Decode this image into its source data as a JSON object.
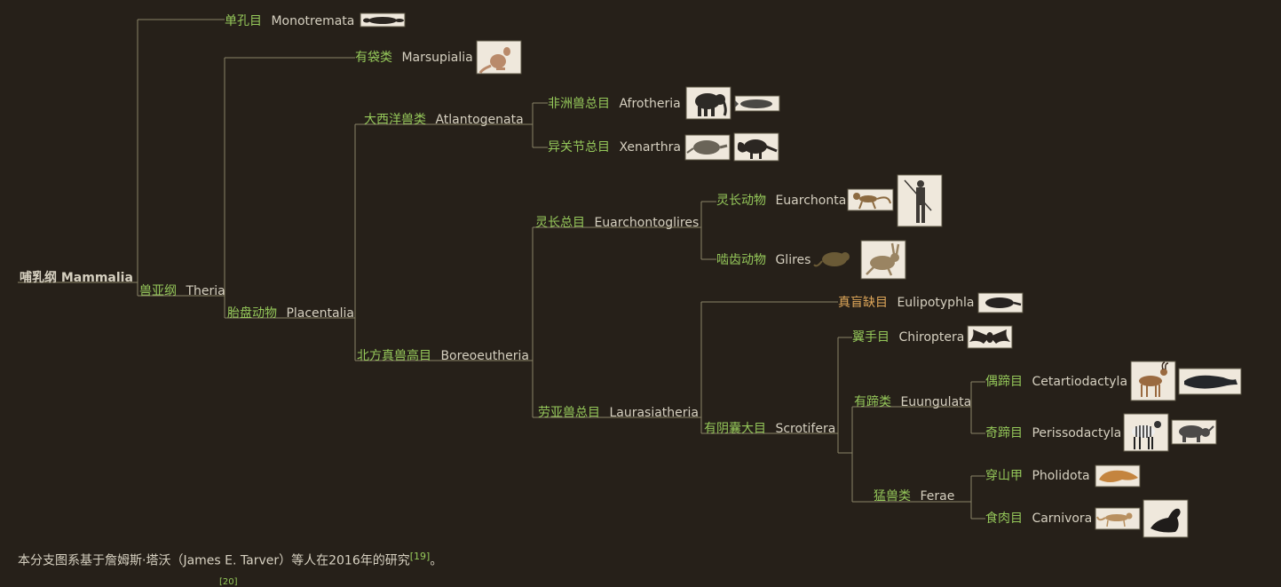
{
  "tree": {
    "root": {
      "label": "哺乳纲 Mammalia"
    },
    "nodes": {
      "theria": {
        "zh": "兽亚纲",
        "en": "Theria"
      },
      "monotremata": {
        "zh": "单孔目",
        "en": "Monotremata",
        "icons": [
          "platypus-icon"
        ]
      },
      "placentalia": {
        "zh": "胎盘动物",
        "en": "Placentalia"
      },
      "marsupialia": {
        "zh": "有袋类",
        "en": "Marsupialia",
        "icons": [
          "kangaroo-icon"
        ]
      },
      "atlantogenata": {
        "zh": "大西洋兽类",
        "en": "Atlantogenata"
      },
      "afrotheria": {
        "zh": "非洲兽总目",
        "en": "Afrotheria",
        "icons": [
          "elephant-icon",
          "manatee-icon"
        ]
      },
      "xenarthra": {
        "zh": "异关节总目",
        "en": "Xenarthra",
        "icons": [
          "armadillo-icon",
          "anteater-icon"
        ]
      },
      "boreoeutheria": {
        "zh": "北方真兽高目",
        "en": "Boreoeutheria"
      },
      "euarchontoglires": {
        "zh": "灵长总目",
        "en": "Euarchontoglires"
      },
      "euarchonta": {
        "zh": "灵长动物",
        "en": "Euarchonta",
        "icons": [
          "monkey-icon",
          "human-icon"
        ]
      },
      "glires": {
        "zh": "啮齿动物",
        "en": "Glires",
        "icons": [
          "rat-icon",
          "hare-icon"
        ]
      },
      "laurasiatheria": {
        "zh": "劳亚兽总目",
        "en": "Laurasiatheria"
      },
      "eulipotyphla": {
        "zh": "真盲缺目",
        "en": "Eulipotyphla",
        "icons": [
          "mole-icon"
        ]
      },
      "scrotifera": {
        "zh": "有阴囊大目",
        "en": "Scrotifera"
      },
      "chiroptera": {
        "zh": "翼手目",
        "en": "Chiroptera",
        "icons": [
          "bat-icon"
        ]
      },
      "euungulata": {
        "zh": "有蹄类",
        "en": "Euungulata"
      },
      "cetartiodactyla": {
        "zh": "偶蹄目",
        "en": "Cetartiodactyla",
        "icons": [
          "antelope-icon",
          "whale-icon"
        ]
      },
      "perissodactyla": {
        "zh": "奇蹄目",
        "en": "Perissodactyla",
        "icons": [
          "zebra-icon",
          "rhino-icon"
        ]
      },
      "ferae": {
        "zh": "猛兽类",
        "en": "Ferae"
      },
      "pholidota": {
        "zh": "穿山甲",
        "en": "Pholidota",
        "icons": [
          "pangolin-icon"
        ]
      },
      "carnivora": {
        "zh": "食肉目",
        "en": "Carnivora",
        "icons": [
          "cat-icon",
          "seal-icon"
        ]
      }
    }
  },
  "caption": {
    "text": "本分支图系基于詹姆斯·塔沃（James E. Tarver）等人在2016年的研究",
    "ref": "[19]",
    "end": "。"
  },
  "clipped_ref": "[20]",
  "colors": {
    "background": "#262019",
    "chinese_label": "#95c85a",
    "latin_label": "#d6d0c0",
    "lines": "#8a8468",
    "highlight_label": "#e0a85a"
  }
}
